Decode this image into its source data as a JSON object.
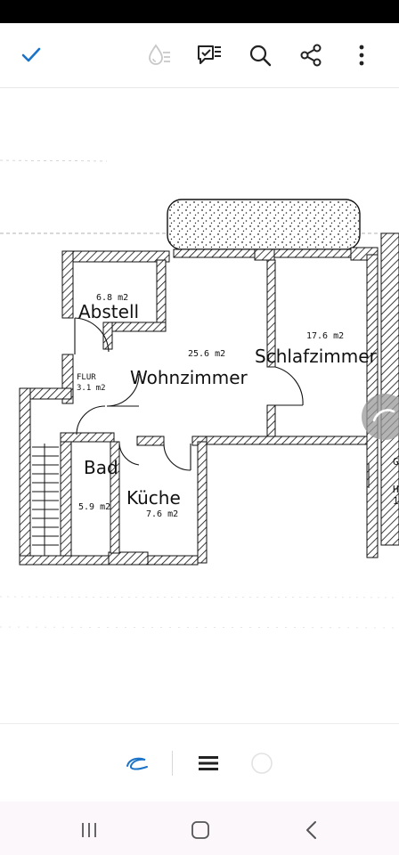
{
  "toolbar": {
    "done_icon": "check-icon",
    "icons": [
      "ink-drop-list-icon",
      "comment-list-icon",
      "search-icon",
      "share-icon",
      "more-vertical-icon"
    ]
  },
  "plan": {
    "rooms": [
      {
        "id": "abstell",
        "name": "Abstell",
        "area": "6.8 m2"
      },
      {
        "id": "wohnzimmer",
        "name": "Wohnzimmer",
        "area": "25.6 m2"
      },
      {
        "id": "schlafzimmer",
        "name": "Schlafzimmer",
        "area": "17.6 m2"
      },
      {
        "id": "flur",
        "name": "FLUR",
        "area": "3.1 m2"
      },
      {
        "id": "bad",
        "name": "Bad",
        "area": "5.9 m2"
      },
      {
        "id": "kueche",
        "name": "Küche",
        "area": "7.6 m2"
      }
    ],
    "edge_letters": [
      "G",
      "H",
      "1"
    ]
  },
  "bottom": {
    "icons": [
      "edit-pen-icon",
      "menu-lines-icon",
      "circle-icon"
    ]
  },
  "nav": {
    "icons": [
      "recent-apps-icon",
      "home-icon",
      "back-icon"
    ]
  }
}
